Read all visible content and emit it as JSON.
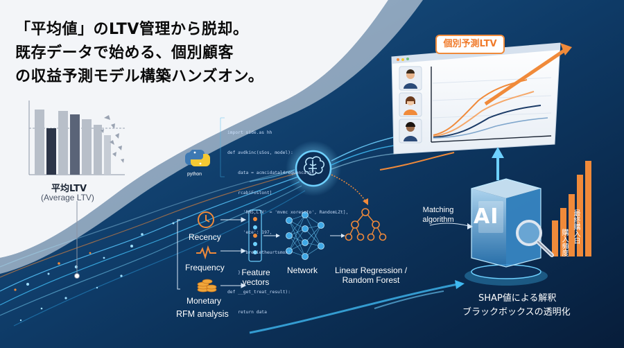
{
  "title": {
    "line1": "「平均値」のLTV管理から脱却。",
    "line2": "既存データで始める、個別顧客",
    "line3": "の収益予測モデル構築ハンズオン。"
  },
  "average_ltv": {
    "label_ja": "平均LTV",
    "label_en": "(Average LTV)"
  },
  "python_label": "python",
  "code_lines": [
    "import side.as hh",
    "def avdkinc(sSos, model):",
    "    data = acmcidatal4requenca.5T)",
    "    rcabiFostont]",
    "      'RMS,LTV' = 'mvmc xorescto', RandomLZt],",
    "      'ece': 197,",
    "      'brecietheurtsmox'",
    "    }",
    "def __get_treat_result):",
    "    return data"
  ],
  "rfm": {
    "recency": "Recency",
    "frequency": "Frequency",
    "monetary": "Monetary",
    "analysis": "RFM analysis"
  },
  "feature_vectors": {
    "line1": "Feature",
    "line2": "vectors"
  },
  "network_label": "Network",
  "model_label": {
    "line1": "Linear Regression /",
    "line2": "Random Forest"
  },
  "matching": {
    "line1": "Matching",
    "line2": "algorithm"
  },
  "ai_label": "AI",
  "individual_ltv": "個別予測LTV",
  "shap": {
    "line1": "SHAP値による解釈",
    "line2": "ブラックボックスの透明化"
  },
  "features_vertical": [
    "最終購入日",
    "購入頻度"
  ],
  "colors": {
    "navy": "#0b2a4d",
    "accent_orange": "#f08a3a",
    "accent_cyan": "#3fb8f0",
    "bar_slate": "#5a6478",
    "bar_grey": "#b8bfc9"
  },
  "icons": [
    "python-icon",
    "clock-icon",
    "heartbeat-icon",
    "coins-icon",
    "brain-icon",
    "magnifier-icon",
    "user-avatar-icon"
  ]
}
